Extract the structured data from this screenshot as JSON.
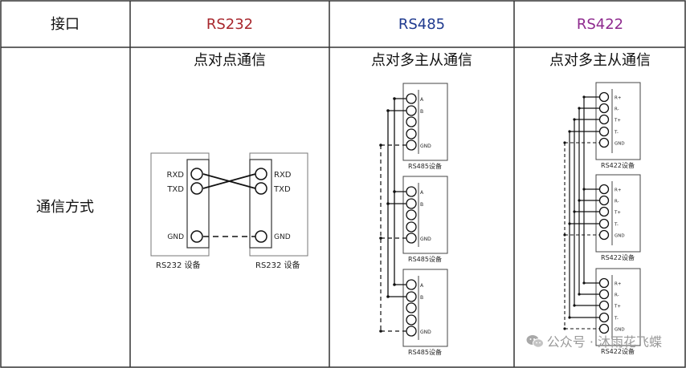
{
  "table": {
    "col_header": "接口",
    "row_header": "通信方式",
    "columns": [
      {
        "name": "RS232",
        "color": "#a8272d",
        "mode": "点对点通信"
      },
      {
        "name": "RS485",
        "color": "#1f3a8f",
        "mode": "点对多主从通信"
      },
      {
        "name": "RS422",
        "color": "#8e2a8e",
        "mode": "点对多主从通信"
      }
    ]
  },
  "rs232": {
    "pins": [
      "RXD",
      "TXD",
      "GND"
    ],
    "device_label": "RS232 设备"
  },
  "rs485": {
    "pins": [
      "A",
      "B",
      "GND"
    ],
    "device_label": "RS485设备"
  },
  "rs422": {
    "pins": [
      "R+",
      "R-",
      "T+",
      "T-",
      "GND"
    ],
    "device_label": "RS422设备"
  },
  "watermark": {
    "text": "公众号 · 沐雨花飞蝶",
    "icon": "wechat-icon"
  }
}
